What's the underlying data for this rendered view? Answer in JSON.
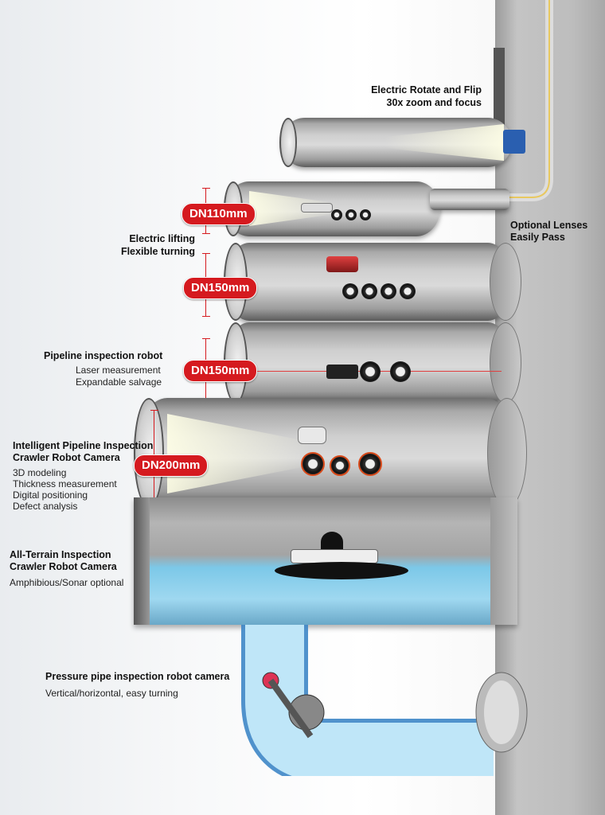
{
  "top_camera": {
    "title_line1": "Electric Rotate and Flip",
    "title_line2": "30x zoom and focus"
  },
  "lenses": {
    "line1": "Optional Lenses",
    "line2": "Easily Pass"
  },
  "dn110": {
    "size": "DN110mm",
    "line1": "Electric lifting",
    "line2": "Flexible turning"
  },
  "dn150a": {
    "size": "DN150mm"
  },
  "dn150b": {
    "size": "DN150mm",
    "title": "Pipeline inspection robot",
    "features": [
      "Laser measurement",
      "Expandable salvage"
    ]
  },
  "dn200": {
    "size": "DN200mm",
    "title_line1": "Intelligent Pipeline Inspection",
    "title_line2": "Crawler Robot Camera",
    "features": [
      "3D modeling",
      "Thickness measurement",
      "Digital positioning",
      "Defect analysis"
    ]
  },
  "all_terrain": {
    "title_line1": "All-Terrain Inspection",
    "title_line2": "Crawler Robot Camera",
    "subtitle": "Amphibious/Sonar optional"
  },
  "pressure": {
    "title": "Pressure pipe inspection robot camera",
    "subtitle": "Vertical/horizontal, easy turning"
  },
  "colors": {
    "accent_red": "#d51a1f",
    "water_blue": "#7cc8e8",
    "cable_yellow": "#f0d060"
  }
}
